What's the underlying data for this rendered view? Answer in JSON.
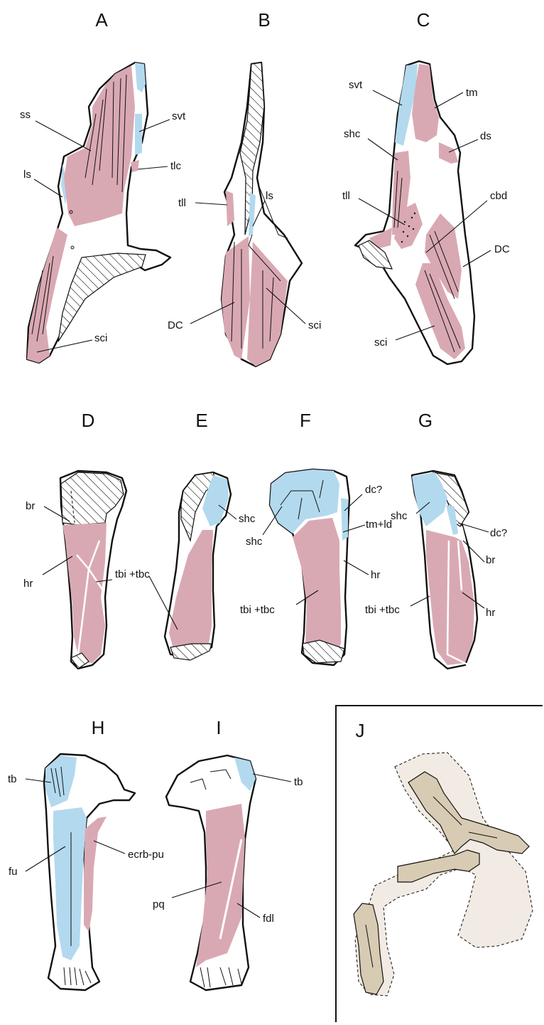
{
  "colors": {
    "muscle_pink": "#d9a9b3",
    "tendon_blue": "#b3d9ee",
    "bone_fill_dark": "#d8cbb3",
    "bone_fill_light": "#f1ebe3",
    "outline": "#111111"
  },
  "panels": {
    "A": {
      "letter": "A",
      "labels": {
        "ss": "ss",
        "svt": "svt",
        "ls": "ls",
        "tlc": "tlc",
        "sci": "sci"
      }
    },
    "B": {
      "letter": "B",
      "labels": {
        "tll": "tll",
        "ls": "ls",
        "DC": "DC",
        "sci": "sci"
      }
    },
    "C": {
      "letter": "C",
      "labels": {
        "svt": "svt",
        "tm": "tm",
        "shc": "shc",
        "ds": "ds",
        "tll": "tll",
        "cbd": "cbd",
        "DC": "DC",
        "sci": "sci"
      }
    },
    "D": {
      "letter": "D",
      "labels": {
        "br": "br",
        "hr": "hr",
        "tbi": "tbi +tbc"
      }
    },
    "E": {
      "letter": "E",
      "labels": {
        "shc": "shc"
      }
    },
    "F": {
      "letter": "F",
      "labels": {
        "dc": "dc?",
        "shc": "shc",
        "tmld": "tm+ld",
        "hr": "hr",
        "tbi": "tbi +tbc"
      }
    },
    "G": {
      "letter": "G",
      "labels": {
        "shc": "shc",
        "dc": "dc?",
        "br": "br",
        "tbi": "tbi +tbc",
        "hr": "hr"
      }
    },
    "H": {
      "letter": "H",
      "labels": {
        "tb": "tb",
        "fu": "fu",
        "ecrb": "ecrb-pu"
      }
    },
    "I": {
      "letter": "I",
      "labels": {
        "tb": "tb",
        "pq": "pq",
        "fdl": "fdl"
      }
    },
    "J": {
      "letter": "J"
    }
  }
}
